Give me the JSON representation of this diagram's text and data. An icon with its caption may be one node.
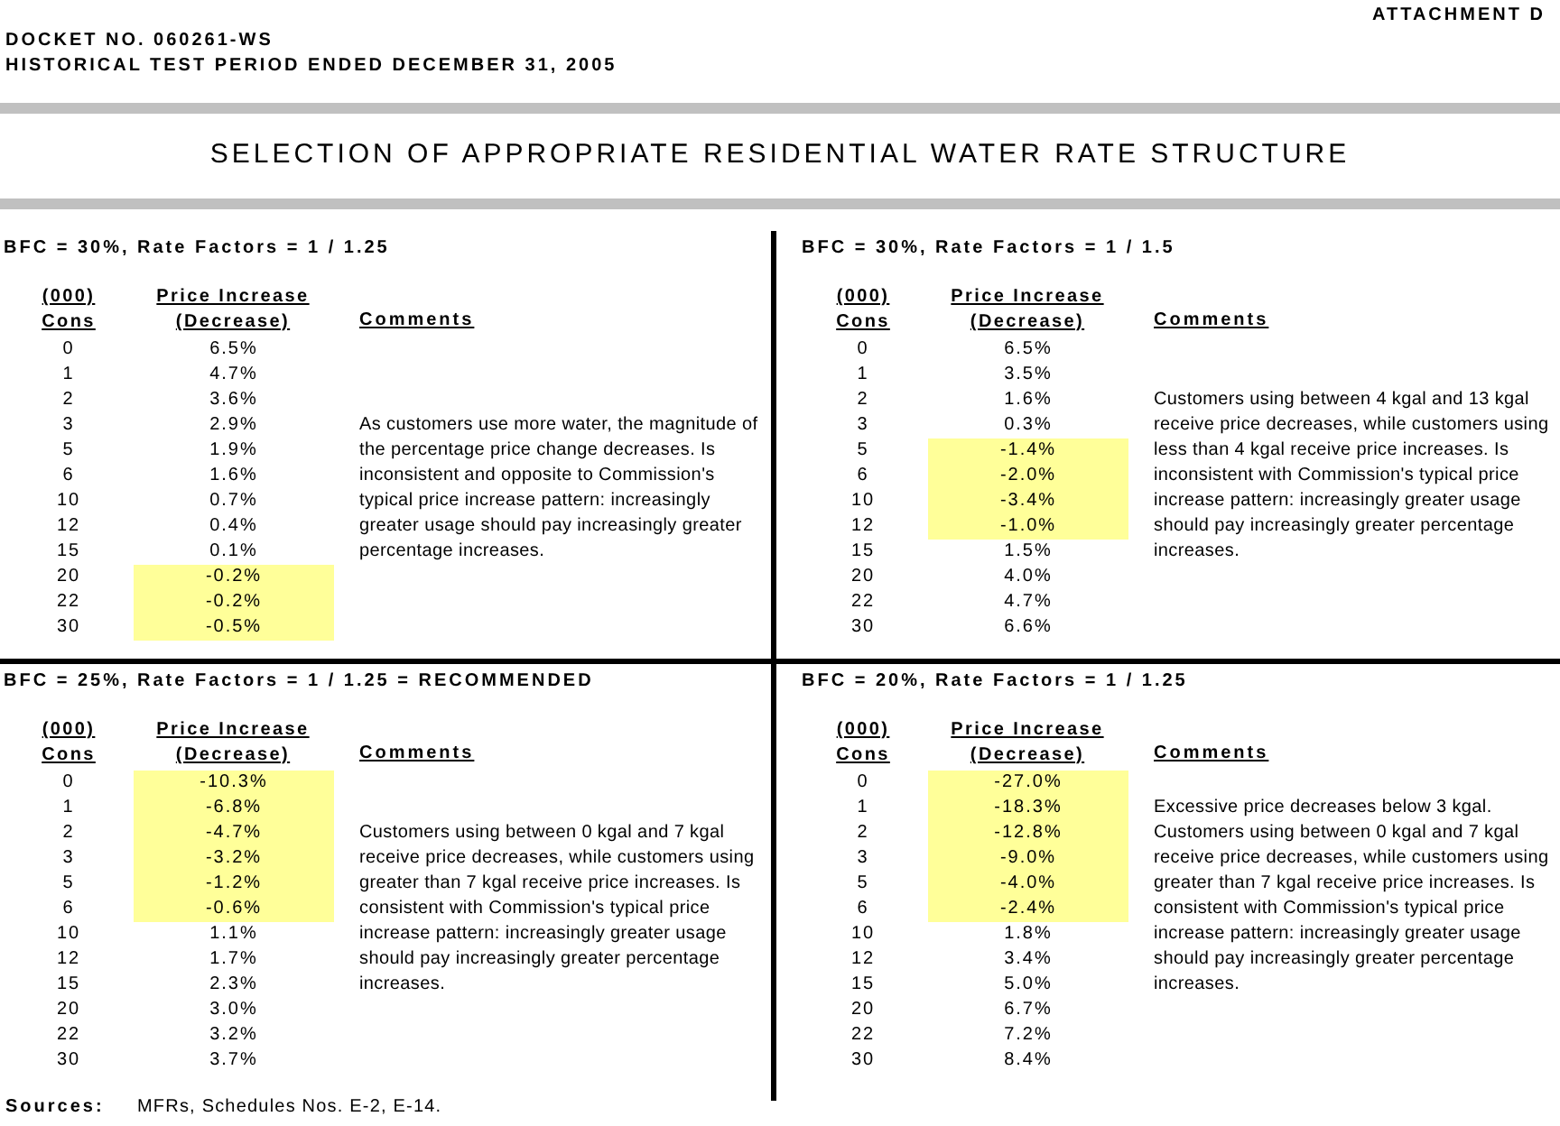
{
  "diagram": {
    "title": "SELECTION OF APPROPRIATE RESIDENTIAL WATER RATE STRUCTURE",
    "nodes": [
      {
        "text": [
          "BFC = 30%, Rate Factors = 1 / 1.25"
        ]
      },
      {
        "text": [
          "BFC = 30%, Rate Factors = 1 / 1.5"
        ]
      },
      {
        "text": [
          "BFC = 25%, Rate Factors = 1 / 1.25 = RECOMMENDED"
        ]
      },
      {
        "text": [
          "BFC = 20%, Rate Factors = 1 / 1.25"
        ]
      }
    ],
    "labels": [
      "ATTACHMENT D",
      "DOCKET NO. 060261-WS",
      "HISTORICAL TEST PERIOD ENDED DECEMBER 31, 2005",
      "(000) Cons",
      "Price Increase (Decrease)",
      "Comments",
      "0",
      "6.5%",
      "1",
      "4.7%",
      "2",
      "3.6%",
      "3",
      "2.9%",
      "5",
      "1.9%",
      "6",
      "1.6%",
      "10",
      "0.7%",
      "12",
      "0.4%",
      "15",
      "0.1%",
      "20",
      "-0.2%",
      "22",
      "-0.2%",
      "30",
      "-0.5%",
      "As customers use more water, the magnitude of the percentage price change decreases. Is inconsistent and opposite to Commission's typical price increase pattern: increasingly greater usage should pay increasingly greater percentage increases.",
      "(000) Cons",
      "Price Increase (Decrease)",
      "Comments",
      "0",
      "6.5%",
      "1",
      "3.5%",
      "2",
      "1.6%",
      "3",
      "0.3%",
      "5",
      "-1.4%",
      "6",
      "-2.0%",
      "10",
      "-3.4%",
      "12",
      "-1.0%",
      "15",
      "1.5%",
      "20",
      "4.0%",
      "22",
      "4.7%",
      "30",
      "6.6%",
      "Customers using between 4 kgal and 13 kgal receive price decreases, while customers using less than 4 kgal receive price increases. Is inconsistent with Commission's typical price increase pattern: increasingly greater usage should pay increasingly greater percentage increases.",
      "(000) Cons",
      "Price Increase (Decrease)",
      "Comments",
      "0",
      "-10.3%",
      "1",
      "-6.8%",
      "2",
      "-4.7%",
      "3",
      "-3.2%",
      "5",
      "-1.2%",
      "6",
      "-0.6%",
      "10",
      "1.1%",
      "12",
      "1.7%",
      "15",
      "2.3%",
      "20",
      "3.0%",
      "22",
      "3.2%",
      "30",
      "3.7%",
      "Customers using between 0 kgal and 7 kgal receive price decreases, while customers using greater than 7 kgal receive price increases. Is consistent with Commission's typical price increase pattern: increasingly greater usage should pay increasingly greater percentage increases.",
      "(000) Cons",
      "Price Increase (Decrease)",
      "Comments",
      "0",
      "-27.0%",
      "1",
      "-18.3%",
      "2",
      "-12.8%",
      "3",
      "-9.0%",
      "5",
      "-4.0%",
      "6",
      "-2.4%",
      "10",
      "1.8%",
      "12",
      "3.4%",
      "15",
      "5.0%",
      "20",
      "6.7%",
      "22",
      "7.2%",
      "30",
      "8.4%",
      "Excessive price decreases below 3 kgal. Customers using between 0 kgal and 7 kgal receive price decreases, while customers using greater than 7 kgal receive price increases. Is consistent with Commission's typical price increase pattern: increasingly greater usage should pay increasingly greater percentage increases.",
      "Sources:",
      "MFRs, Schedules Nos. E-2, E-14."
    ]
  }
}
